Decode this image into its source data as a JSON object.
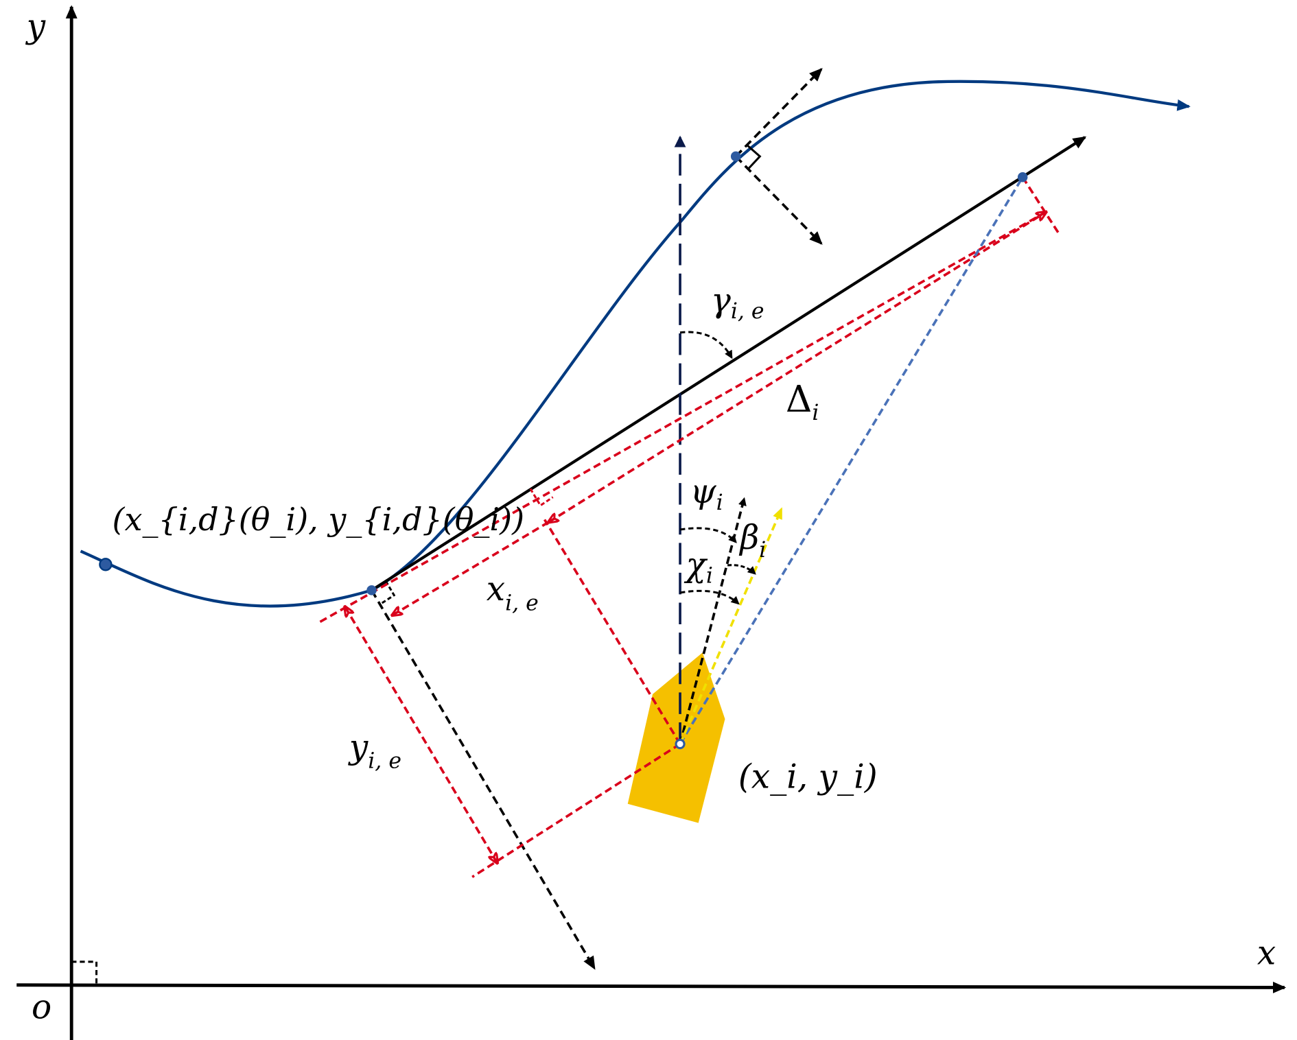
{
  "axes": {
    "x_label": "x",
    "y_label": "y",
    "origin_label": "o"
  },
  "labels": {
    "gamma": {
      "main": "γ",
      "sub": "i, e"
    },
    "delta": {
      "main": "Δ",
      "sub": "i"
    },
    "psi": {
      "main": "ψ",
      "sub": "i"
    },
    "beta": {
      "main": "β",
      "sub": "i"
    },
    "chi": {
      "main": "χ",
      "sub": "i"
    },
    "x_error": {
      "main": "x",
      "sub": "i, e"
    },
    "y_error": {
      "main": "y",
      "sub": "i, e"
    },
    "vessel_position": "(x_i, y_i)",
    "path_point": "(x_{i,d}(θ_i), y_{i,d}(θ_i))"
  },
  "colors": {
    "path": "#003a80",
    "error": "#d9001b",
    "vessel": "#f5c000",
    "los": "#4a72b8",
    "velocity": "#f0e000",
    "north": "#0a1a4a"
  }
}
